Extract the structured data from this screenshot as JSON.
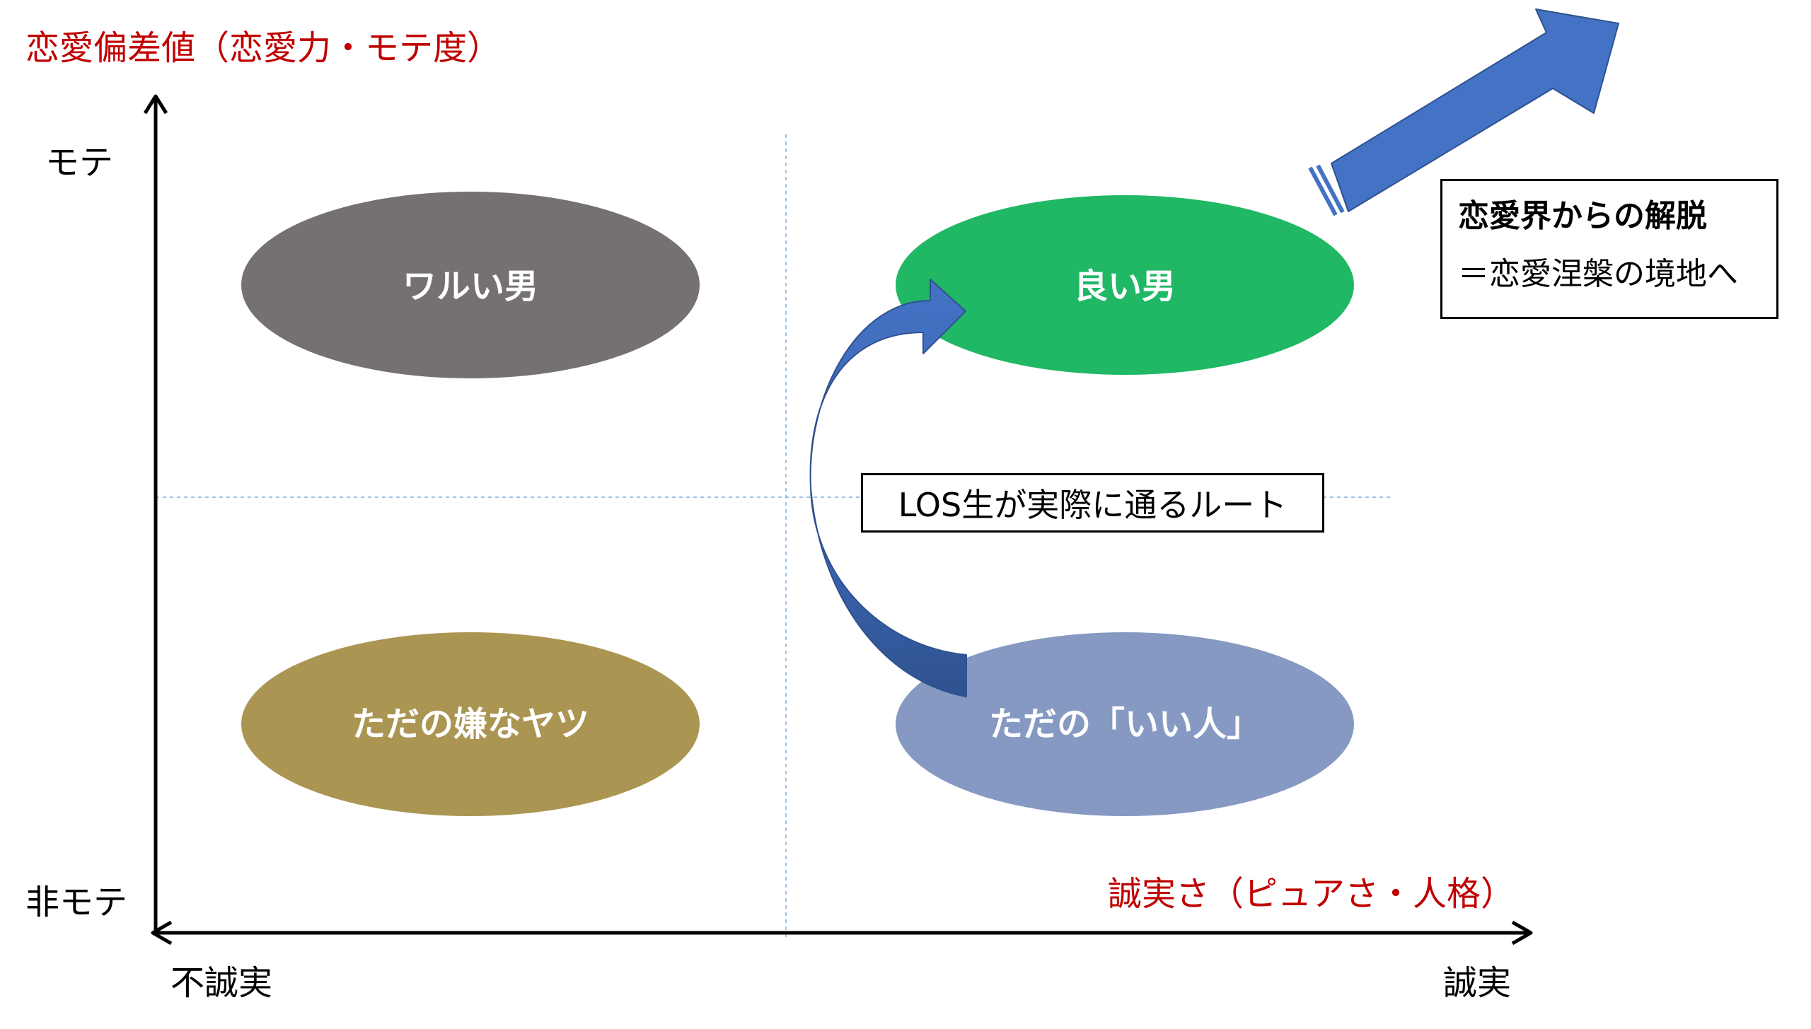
{
  "y_axis": {
    "title": "恋愛偏差値（恋愛力・モテ度）",
    "top_label": "モテ",
    "bottom_label": "非モテ"
  },
  "x_axis": {
    "title": "誠実さ（ピュアさ・人格）",
    "left_label": "不誠実",
    "right_label": "誠実"
  },
  "quadrants": {
    "top_left": {
      "label": "ワルい男",
      "color": "#767171"
    },
    "top_right": {
      "label": "良い男",
      "color": "#20b865"
    },
    "bottom_left": {
      "label": "ただの嫌なヤツ",
      "color": "#ab9552"
    },
    "bottom_right": {
      "label": "ただの「いい人」",
      "color": "#8599c2"
    }
  },
  "route": {
    "label": "LOS生が実際に通るルート",
    "arrow_color": "#4472c4"
  },
  "nirvana": {
    "title": "恋愛界からの解脱",
    "subtitle": "＝恋愛涅槃の境地へ"
  },
  "colors": {
    "axis_title": "#c00000",
    "divider": "#9dc3e6",
    "axis_line": "#000000",
    "arrow_dark": "#2f528f"
  }
}
